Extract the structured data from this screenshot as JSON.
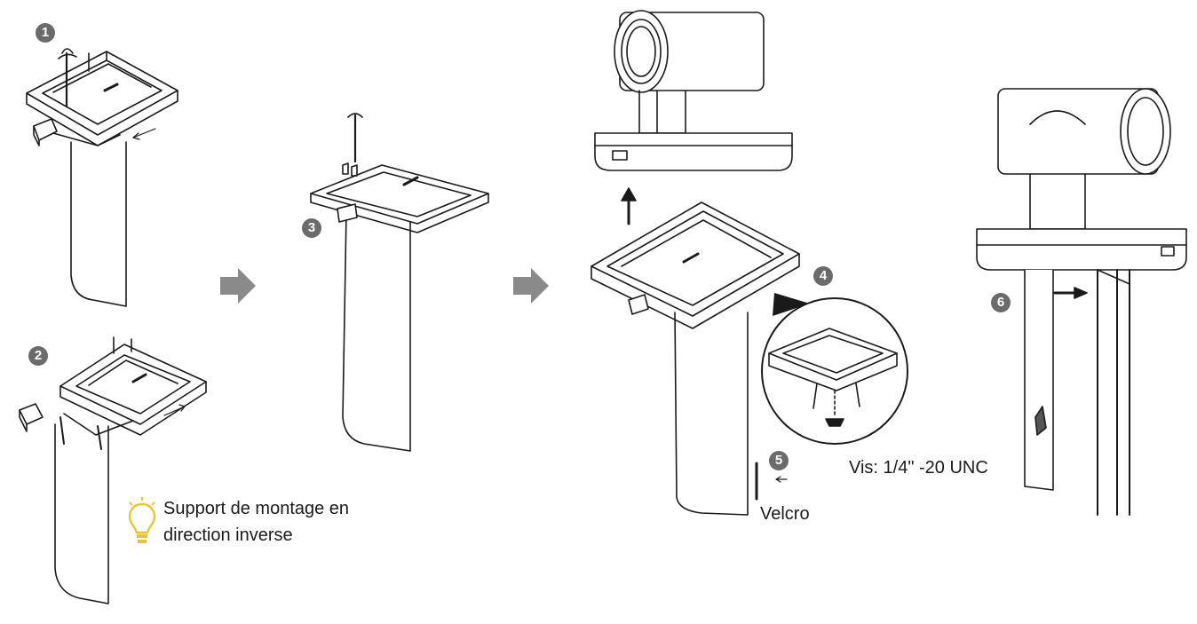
{
  "steps": [
    "1",
    "2",
    "3",
    "4",
    "5",
    "6"
  ],
  "notes": {
    "tip_line1": "Support de montage en",
    "tip_line2": "direction inverse",
    "velcro": "Velcro",
    "screw": "Vis: 1/4\" -20 UNC"
  },
  "icons": {
    "tip": "lightbulb-icon",
    "next": "arrow-right-icon",
    "lift": "arrow-up-icon"
  },
  "colors": {
    "line": "#1a1a1a",
    "step_badge": "#6b6b6b",
    "arrow": "#8a8a8a",
    "lightbulb": "#e8c33a"
  }
}
